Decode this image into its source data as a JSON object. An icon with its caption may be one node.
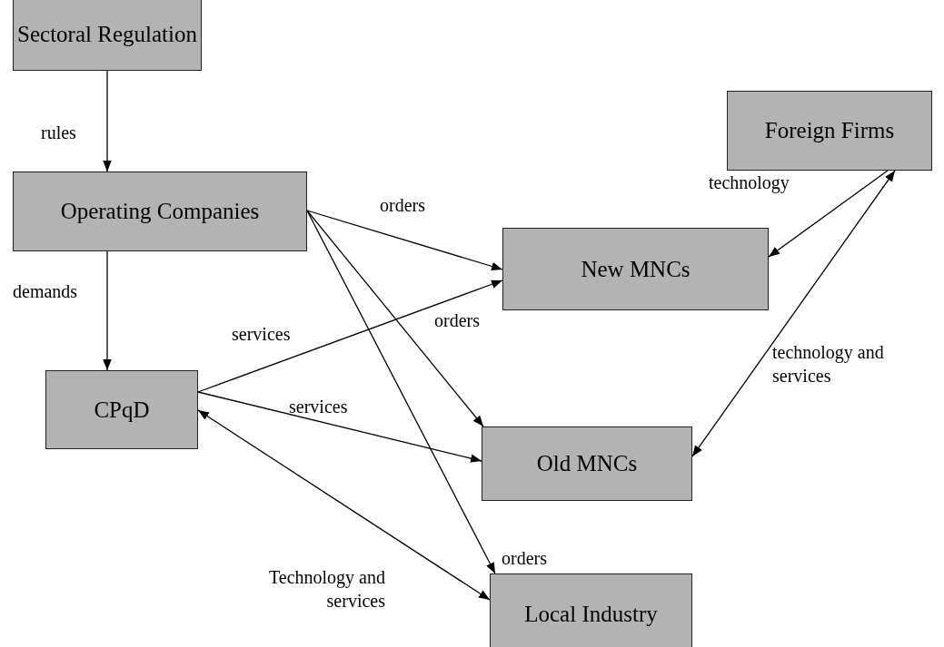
{
  "diagram": {
    "nodes": [
      {
        "text": [
          "Sectoral Regulation"
        ]
      },
      {
        "text": [
          "Operating Companies"
        ]
      },
      {
        "text": [
          "Foreign Firms"
        ]
      },
      {
        "text": [
          "New MNCs"
        ]
      },
      {
        "text": [
          "CPqD"
        ]
      },
      {
        "text": [
          "Old MNCs"
        ]
      },
      {
        "text": [
          "Local Industry"
        ]
      }
    ],
    "edges": [
      {
        "from": 0,
        "to": 1,
        "arrow": "to",
        "label": "rules"
      },
      {
        "from": 1,
        "to": 3,
        "arrow": "to",
        "label": "orders"
      },
      {
        "from": 1,
        "to": 5,
        "arrow": "to",
        "label": "orders"
      },
      {
        "from": 1,
        "to": 6,
        "arrow": "to",
        "label": "orders"
      },
      {
        "from": 1,
        "to": 4,
        "arrow": "to",
        "label": "demands"
      },
      {
        "from": 2,
        "to": 3,
        "arrow": "to",
        "label": "technology"
      },
      {
        "from": 5,
        "to": 2,
        "arrow": "both",
        "label": "technology and services"
      },
      {
        "from": 4,
        "to": 3,
        "arrow": "to",
        "label": "services"
      },
      {
        "from": 4,
        "to": 5,
        "arrow": "to",
        "label": "services"
      },
      {
        "from": 4,
        "to": 6,
        "arrow": "both",
        "label": "Technology and services"
      }
    ]
  }
}
